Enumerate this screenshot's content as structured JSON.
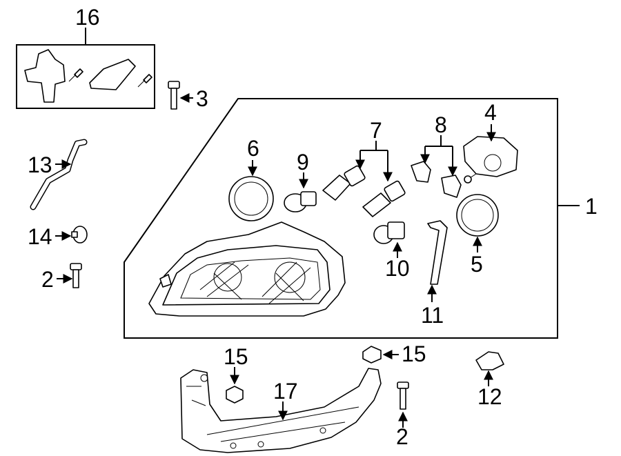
{
  "diagram": {
    "callouts": [
      "1",
      "2",
      "3",
      "4",
      "5",
      "6",
      "7",
      "8",
      "9",
      "10",
      "11",
      "12",
      "13",
      "14",
      "15",
      "16",
      "17"
    ]
  },
  "colors": {
    "line": "#000000",
    "background": "#ffffff"
  }
}
